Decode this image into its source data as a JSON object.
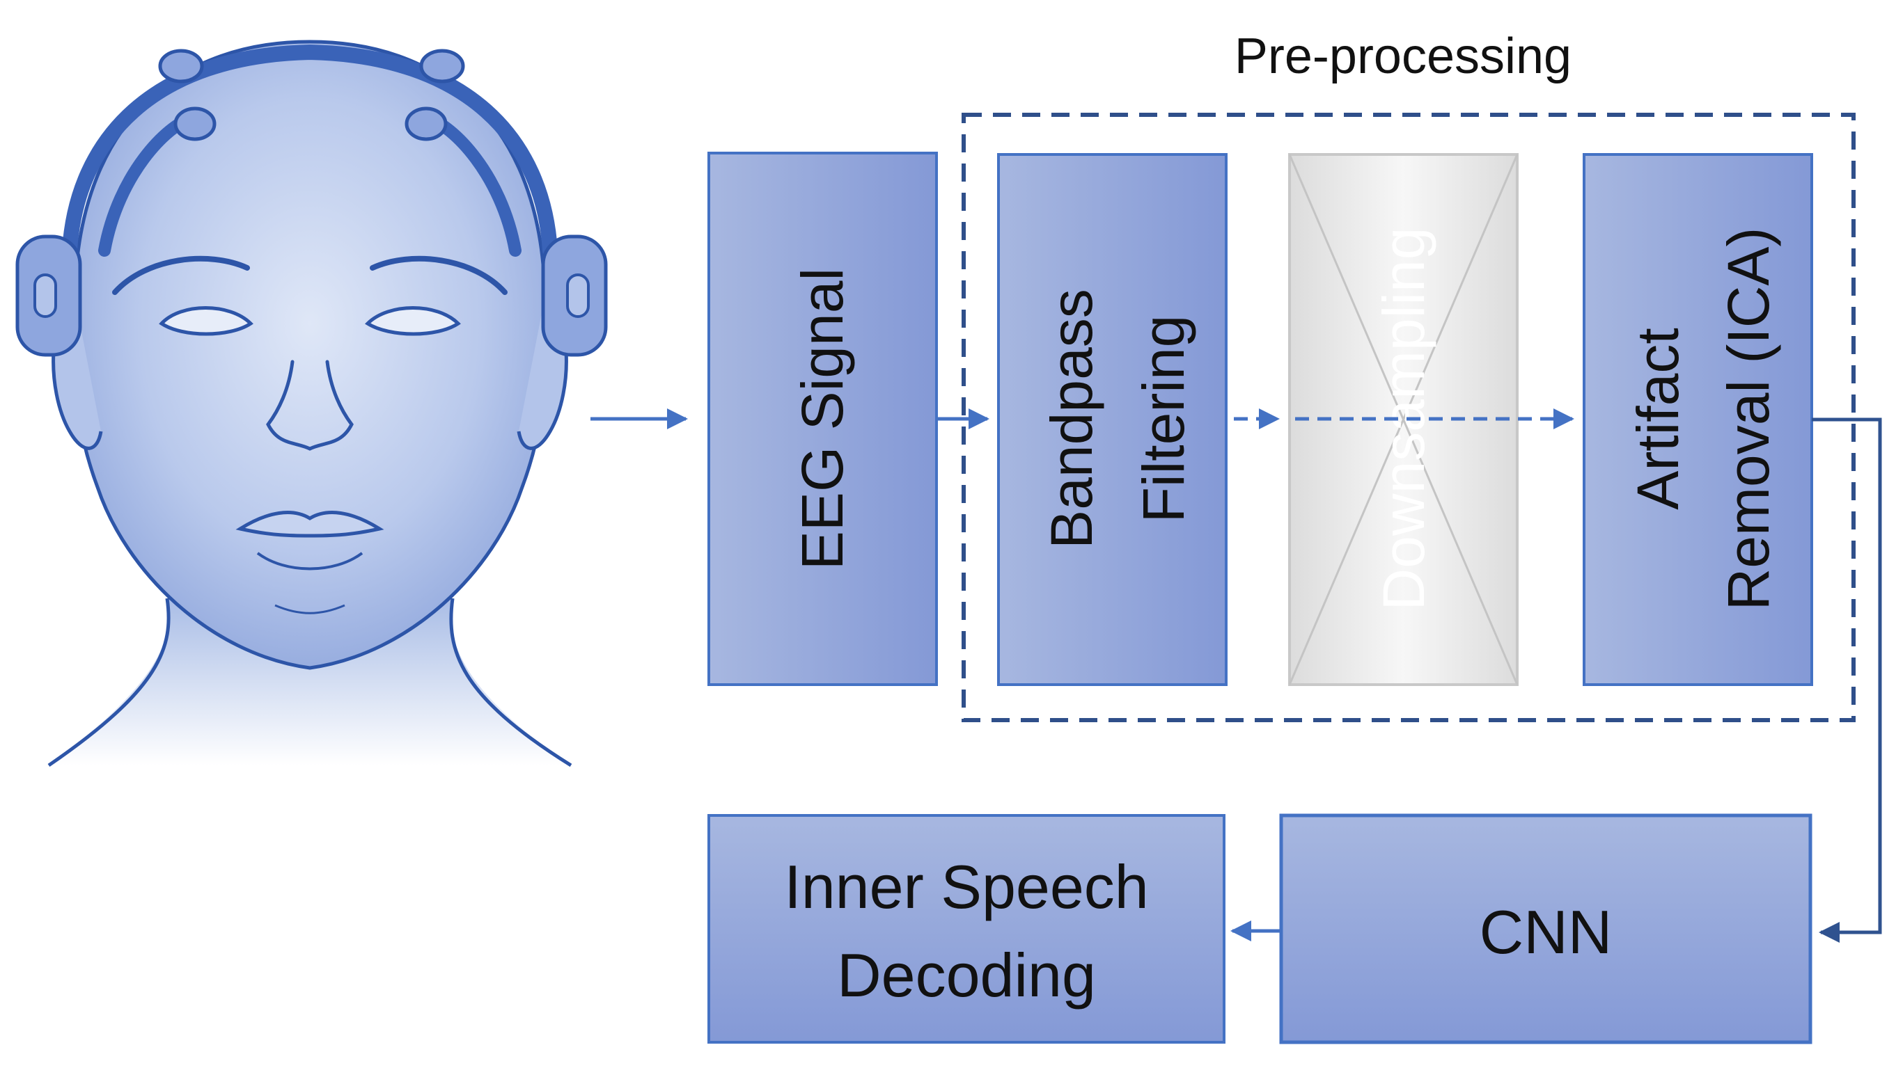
{
  "diagram": {
    "preprocessing_title": "Pre-processing",
    "blocks": {
      "eeg_signal": "EEG Signal",
      "bandpass_line1": "Bandpass",
      "bandpass_line2": "Filtering",
      "downsampling": "Downsampling",
      "artifact_line1": "Artifact",
      "artifact_line2": "Removal (ICA)",
      "cnn": "CNN",
      "decoding_line1": "Inner Speech",
      "decoding_line2": "Decoding"
    },
    "downsampling_state": "crossed-out",
    "illustration": "head-with-eeg-headset",
    "colors": {
      "block_fill_light": "#a3b4de",
      "block_fill_dark": "#8aa0d8",
      "block_stroke": "#4472c4",
      "frame_dash": "#2f4f8a",
      "arrow": "#4472c4",
      "arrow_dark": "#2f528f",
      "head_line": "#2d55a8",
      "head_fill": "#a9bde6",
      "disabled_fill": "#e8e8e8",
      "disabled_stroke": "#c8c8c8"
    }
  }
}
